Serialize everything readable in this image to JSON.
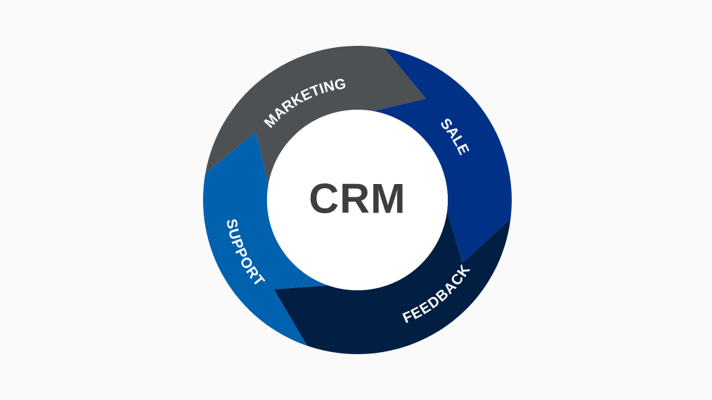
{
  "center": {
    "label": "CRM",
    "text_color": "#3e3e3e",
    "fill": "#ffffff"
  },
  "background": "#fafafa",
  "segments": [
    {
      "label": "SALE",
      "color": "#003187"
    },
    {
      "label": "FEEDBACK",
      "color": "#011e43"
    },
    {
      "label": "SUPPORT",
      "color": "#0061ae"
    },
    {
      "label": "MARKETING",
      "color": "#4d5153"
    }
  ]
}
